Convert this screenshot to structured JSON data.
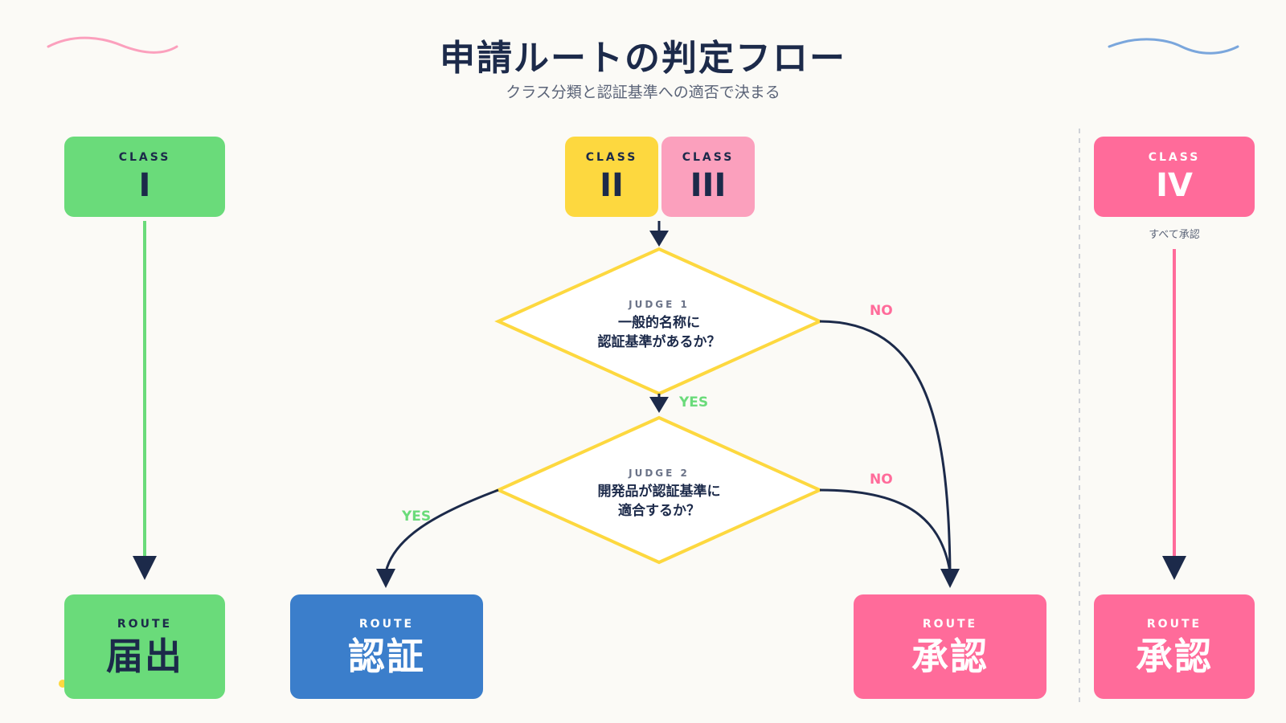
{
  "title": "申請ルートの判定フロー",
  "subtitle": "クラス分類と認証基準への適否で決まる",
  "classes": {
    "c1": {
      "caption": "CLASS",
      "numeral": "I"
    },
    "c2": {
      "caption": "CLASS",
      "numeral": "II"
    },
    "c3": {
      "caption": "CLASS",
      "numeral": "III"
    },
    "c4": {
      "caption": "CLASS",
      "numeral": "IV",
      "note": "すべて承認"
    }
  },
  "judges": {
    "j1": {
      "label": "JUDGE 1",
      "line1": "一般的名称に",
      "line2": "認証基準があるか？"
    },
    "j2": {
      "label": "JUDGE 2",
      "line1": "開発品が認証基準に",
      "line2": "適合するか？"
    }
  },
  "edges": {
    "j1_yes": "YES",
    "j1_no": "NO",
    "j2_yes": "YES",
    "j2_no": "NO"
  },
  "routes": {
    "r1": {
      "caption": "ROUTE",
      "name": "届出"
    },
    "r2": {
      "caption": "ROUTE",
      "name": "認証"
    },
    "r3": {
      "caption": "ROUTE",
      "name": "承認"
    },
    "r4": {
      "caption": "ROUTE",
      "name": "承認"
    }
  },
  "colors": {
    "green": "#6adb7a",
    "yellow": "#fdd83f",
    "pink": "#ff6b9a",
    "pink_light": "#fba0bd",
    "blue": "#3b7ecb",
    "navy": "#1c2a4a"
  }
}
